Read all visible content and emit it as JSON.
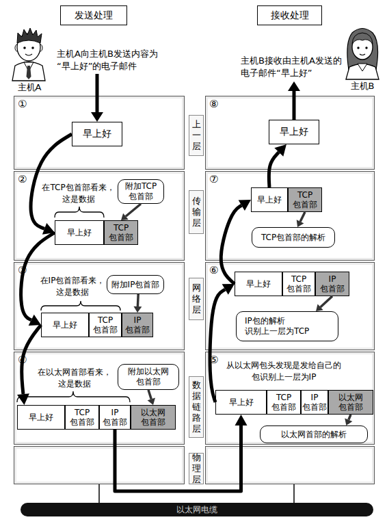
{
  "diagram": {
    "nodes": [
      {
        "text": [
          "发送处理"
        ]
      },
      {
        "text": [
          "接收处理"
        ]
      },
      {
        "text": [
          "①"
        ]
      },
      {
        "text": [
          "早上好"
        ],
        "in": 2
      },
      {
        "text": [
          "②"
        ]
      },
      {
        "text": [
          "附加TCP 包首部"
        ],
        "in": 4
      },
      {
        "text": [
          "早上好"
        ],
        "in": 4
      },
      {
        "text": [
          "TCP 包首部"
        ],
        "in": 4
      },
      {
        "text": [
          "③"
        ]
      },
      {
        "text": [
          "附加IP包首部"
        ],
        "in": 8
      },
      {
        "text": [
          "早上好"
        ],
        "in": 8
      },
      {
        "text": [
          "TCP 包首部"
        ],
        "in": 8
      },
      {
        "text": [
          "IP 包首部"
        ],
        "in": 8
      },
      {
        "text": [
          "④"
        ]
      },
      {
        "text": [
          "附加以太网 包首部"
        ],
        "in": 13
      },
      {
        "text": [
          "早上好"
        ],
        "in": 13
      },
      {
        "text": [
          "TCP 包首部"
        ],
        "in": 13
      },
      {
        "text": [
          "IP 包首部"
        ],
        "in": 13
      },
      {
        "text": [
          "以太网 包首部"
        ],
        "in": 13
      },
      {
        "text": [
          "上一层"
        ]
      },
      {
        "text": [
          "传输层"
        ]
      },
      {
        "text": [
          "网络层"
        ]
      },
      {
        "text": [
          "数据链路层"
        ]
      },
      {
        "text": [
          "物理层"
        ]
      },
      {
        "text": [
          "⑧"
        ]
      },
      {
        "text": [
          "早上好"
        ],
        "in": 24
      },
      {
        "text": [
          "⑦"
        ]
      },
      {
        "text": [
          "早上好"
        ],
        "in": 26
      },
      {
        "text": [
          "TCP 包首部"
        ],
        "in": 26
      },
      {
        "text": [
          "TCP包首部的解析"
        ],
        "in": 26
      },
      {
        "text": [
          "⑥"
        ]
      },
      {
        "text": [
          "早上好"
        ],
        "in": 30
      },
      {
        "text": [
          "TCP 包首部"
        ],
        "in": 30
      },
      {
        "text": [
          "IP 包首部"
        ],
        "in": 30
      },
      {
        "text": [
          "IP包的解析 识别上一层为TCP"
        ],
        "in": 30
      },
      {
        "text": [
          "⑤"
        ]
      },
      {
        "text": [
          "早上好"
        ],
        "in": 35
      },
      {
        "text": [
          "TCP 包首部"
        ],
        "in": 35
      },
      {
        "text": [
          "IP 包首部"
        ],
        "in": 35
      },
      {
        "text": [
          "以太网 包首部"
        ],
        "in": 35
      },
      {
        "text": [
          "以太网首部的解析"
        ],
        "in": 35
      },
      {
        "text": [
          "以太网电缆"
        ]
      }
    ],
    "edges": [
      {
        "from": 3,
        "to": 6,
        "arrow": "to"
      },
      {
        "from": 6,
        "to": 10,
        "arrow": "to"
      },
      {
        "from": 10,
        "to": 15,
        "arrow": "to"
      },
      {
        "from": 17,
        "to": 36,
        "arrow": "to"
      },
      {
        "from": 36,
        "to": 31,
        "arrow": "to"
      },
      {
        "from": 31,
        "to": 27,
        "arrow": "to"
      },
      {
        "from": 27,
        "to": 25,
        "arrow": "to"
      },
      {
        "from": 5,
        "to": 7,
        "arrow": "to"
      },
      {
        "from": 9,
        "to": 12,
        "arrow": "to"
      },
      {
        "from": 14,
        "to": 18,
        "arrow": "to"
      },
      {
        "from": 28,
        "to": 29,
        "arrow": "to"
      },
      {
        "from": 33,
        "to": 34,
        "arrow": "to"
      },
      {
        "from": 39,
        "to": 40,
        "arrow": "to"
      }
    ],
    "labels": [
      "主机A",
      "主机A向主机B发送内容为 “早上好”的电子邮件",
      "主机B",
      "主机B接收由主机A发送的 电子邮件“早上好”",
      "在TCP包首部看来， 这是数据",
      "在IP包首部看来， 这是数据",
      "在以太网首部看来， 这是数据",
      "从以太网包头发现是发给自己的 包识别上一层为IP"
    ]
  }
}
